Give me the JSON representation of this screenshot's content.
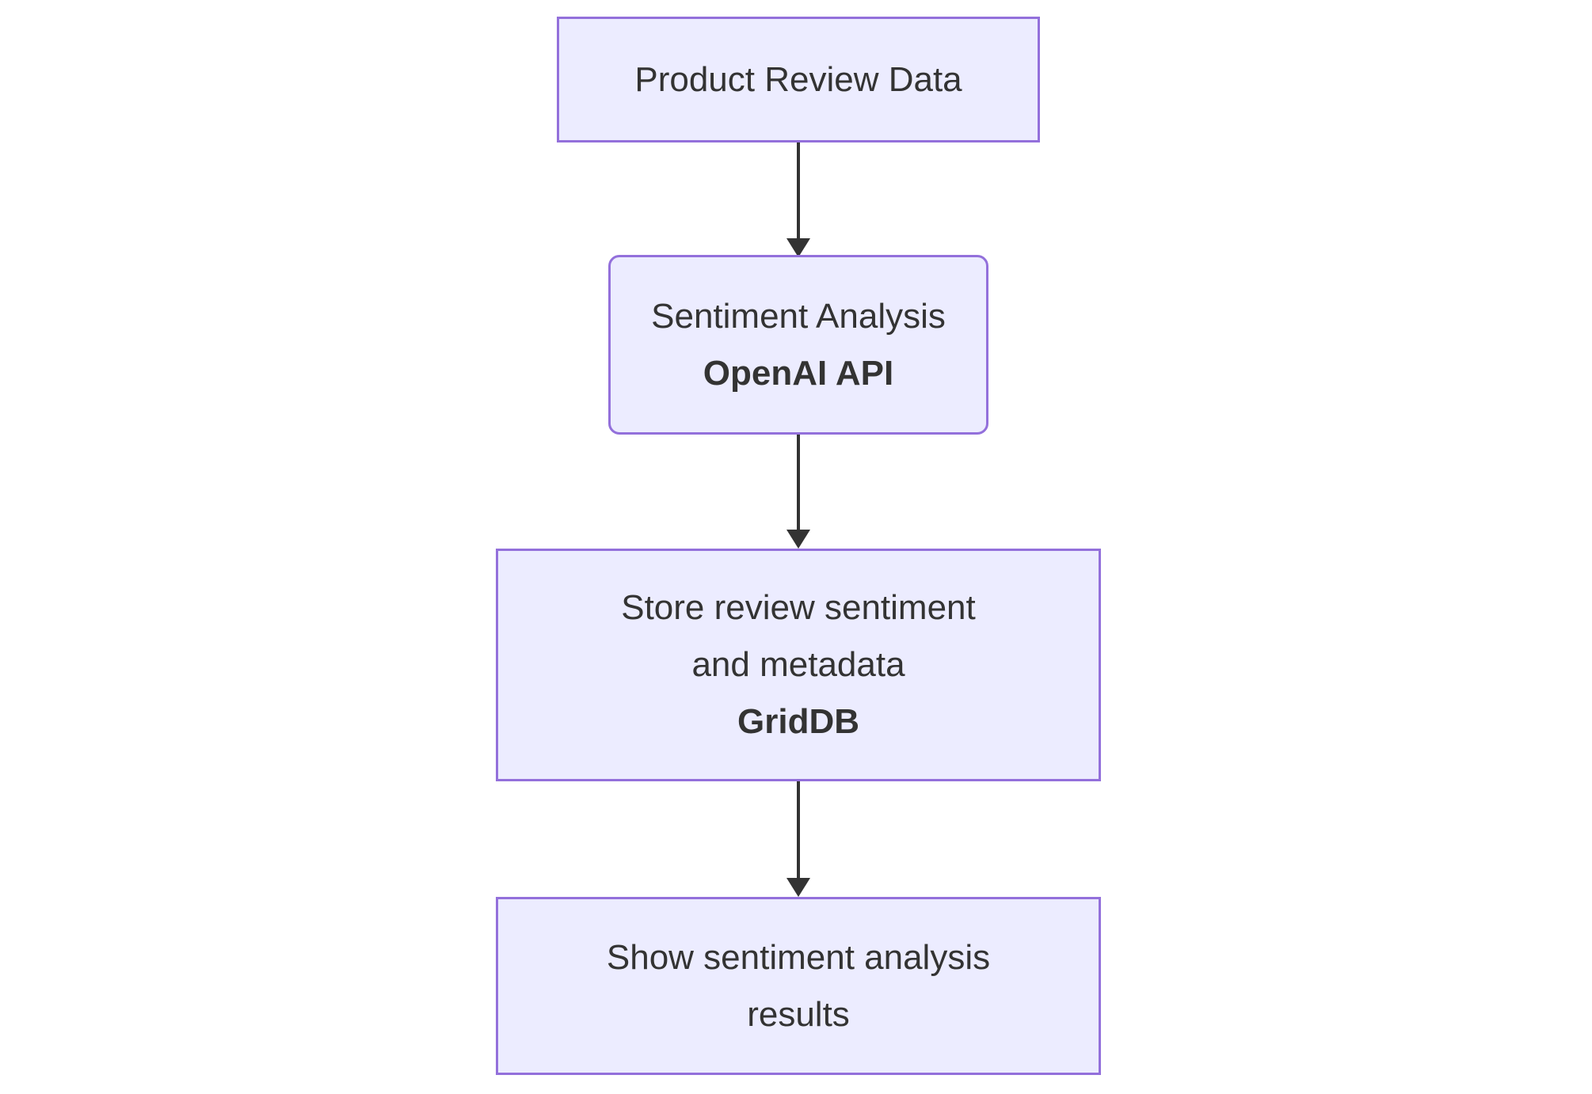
{
  "diagram": {
    "type": "flowchart",
    "direction": "top-down",
    "colors": {
      "background": "#FFFFFF",
      "node_fill": "#ECECFF",
      "node_border": "#9370DB",
      "text_color": "#333333",
      "arrow_color": "#333333"
    },
    "nodes": [
      {
        "id": "product-review-data",
        "shape": "rectangle",
        "lines": [
          {
            "text": "Product Review Data",
            "bold": false
          }
        ]
      },
      {
        "id": "sentiment-analysis",
        "shape": "rounded-rectangle",
        "lines": [
          {
            "text": "Sentiment Analysis",
            "bold": false
          },
          {
            "text": "OpenAI API",
            "bold": true
          }
        ]
      },
      {
        "id": "store-sentiment",
        "shape": "rectangle",
        "lines": [
          {
            "text": "Store review sentiment",
            "bold": false
          },
          {
            "text": "and metadata",
            "bold": false
          },
          {
            "text": "GridDB",
            "bold": true
          }
        ]
      },
      {
        "id": "show-results",
        "shape": "rectangle",
        "lines": [
          {
            "text": "Show sentiment analysis",
            "bold": false
          },
          {
            "text": "results",
            "bold": false
          }
        ]
      }
    ],
    "edges": [
      {
        "from": "product-review-data",
        "to": "sentiment-analysis",
        "style": "arrow-down"
      },
      {
        "from": "sentiment-analysis",
        "to": "store-sentiment",
        "style": "arrow-down"
      },
      {
        "from": "store-sentiment",
        "to": "show-results",
        "style": "arrow-down"
      }
    ]
  }
}
